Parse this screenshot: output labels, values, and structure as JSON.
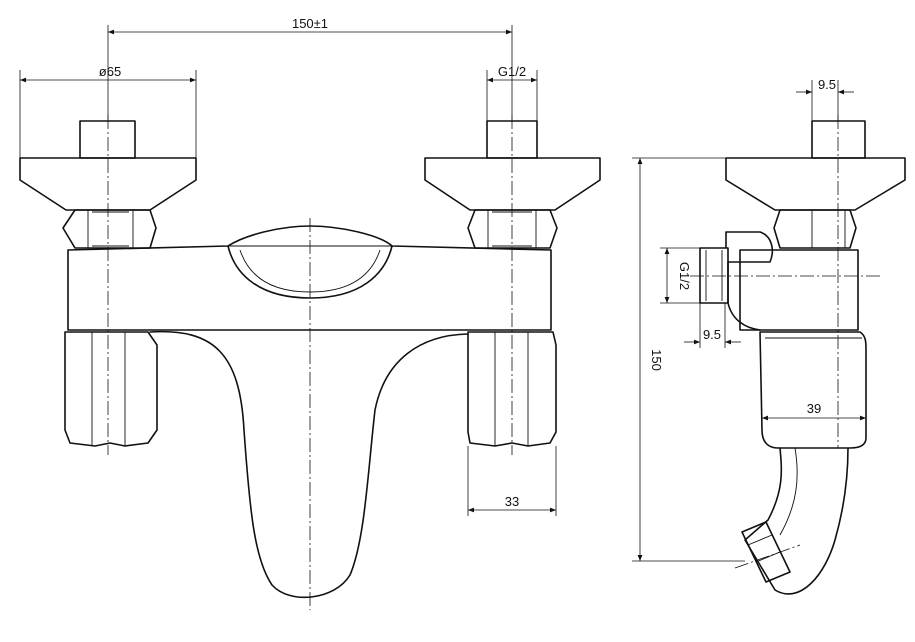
{
  "dimensions": {
    "spacing": "150±1",
    "flange_diameter": "ø65",
    "thread_top": "G1/2",
    "thread_side": "G1/2",
    "side_top_offset": "9.5",
    "side_inlet_offset": "9.5",
    "height": "150",
    "body_depth": "39",
    "nut_width": "33"
  }
}
